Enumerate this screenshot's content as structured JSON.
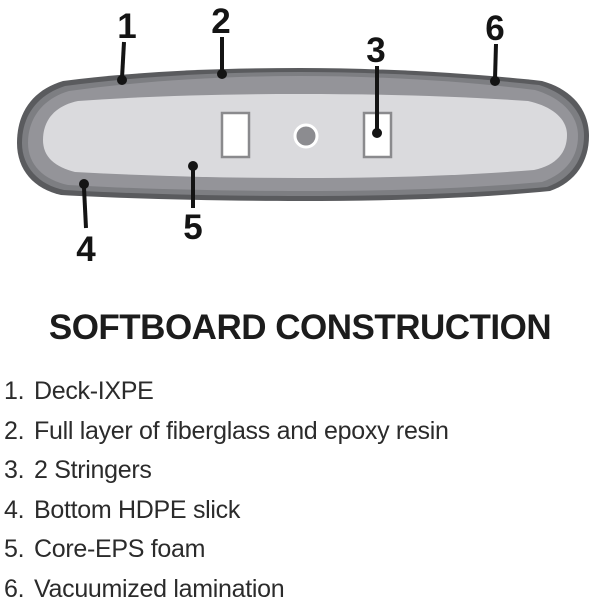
{
  "title": "SOFTBOARD CONSTRUCTION",
  "diagram": {
    "description": "Cross-section of a softboard",
    "callouts": [
      {
        "label": "1",
        "points_to": "deck IXPE top layer"
      },
      {
        "label": "2",
        "points_to": "full fiberglass and epoxy resin layer"
      },
      {
        "label": "3",
        "points_to": "stringer"
      },
      {
        "label": "4",
        "points_to": "bottom HDPE slick"
      },
      {
        "label": "5",
        "points_to": "EPS foam core"
      },
      {
        "label": "6",
        "points_to": "vacuumized lamination edge"
      }
    ]
  },
  "legend": {
    "items": [
      {
        "num": "1.",
        "text": "Deck-IXPE"
      },
      {
        "num": "2.",
        "text": "Full layer of fiberglass and epoxy resin"
      },
      {
        "num": "3.",
        "text": "2 Stringers"
      },
      {
        "num": "4.",
        "text": "Bottom HDPE slick"
      },
      {
        "num": "5.",
        "text": "Core-EPS foam"
      },
      {
        "num": "6.",
        "text": "Vacuumized lamination"
      }
    ]
  },
  "palette": {
    "outline": "#5a5b5e",
    "shell": "#7d7e82",
    "band": "#949499",
    "core": "#dadadd",
    "stringer_fill": "#ffffff",
    "stringer_border": "#8a8a8d",
    "plug_fill": "#8c8c90",
    "plug_ring": "#ffffff",
    "callout_color": "#141414"
  }
}
